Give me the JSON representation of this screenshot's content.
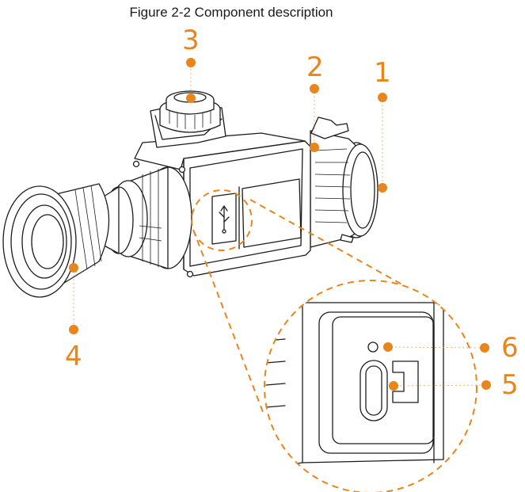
{
  "figure": {
    "title": "Figure 2-2 Component description"
  },
  "callouts": [
    {
      "number": "1"
    },
    {
      "number": "2"
    },
    {
      "number": "3"
    },
    {
      "number": "4"
    },
    {
      "number": "5"
    },
    {
      "number": "6"
    }
  ],
  "colors": {
    "accent": "#e8851b",
    "line": "#1c1c1c",
    "background": "#ffffff"
  },
  "icons": {
    "port_cover": "usb-icon"
  }
}
